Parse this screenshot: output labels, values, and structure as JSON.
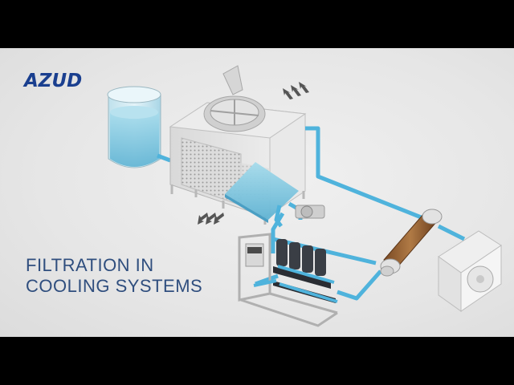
{
  "brand": {
    "logo_text": "AZUD"
  },
  "caption": {
    "line1": "FILTRATION IN",
    "line2": "COOLING SYSTEMS"
  },
  "colors": {
    "brand_blue": "#1a3f8f",
    "caption_blue": "#2f4e7e",
    "pipe_blue": "#4fb3dc",
    "water": "#7cc6e0"
  },
  "icons": [
    "airflow-arrows-icon",
    "airflow-arrows-icon"
  ]
}
